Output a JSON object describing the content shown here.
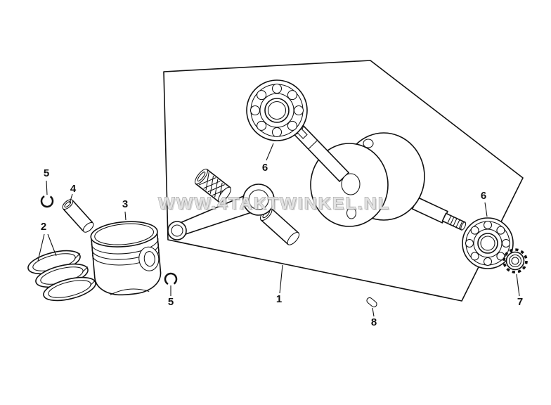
{
  "diagram": {
    "watermark_text": "WWW.4TAKTWINKEL.NL",
    "callouts": [
      {
        "ref": "piston-pin-clip-top",
        "label": "5"
      },
      {
        "ref": "piston-pin",
        "label": "4"
      },
      {
        "ref": "piston-ring-set",
        "label": "2"
      },
      {
        "ref": "piston",
        "label": "3"
      },
      {
        "ref": "ball-bearing-left",
        "label": "6"
      },
      {
        "ref": "piston-pin-clip-bottom",
        "label": "5"
      },
      {
        "ref": "crankshaft-assembly",
        "label": "1"
      },
      {
        "ref": "woodruff-key",
        "label": "8"
      },
      {
        "ref": "ball-bearing-right",
        "label": "6"
      },
      {
        "ref": "timing-gear",
        "label": "7"
      }
    ],
    "colors": {
      "line": "#111111",
      "background": "#ffffff",
      "watermark_fill": "#e2e2e2",
      "watermark_outline": "#8f8f8f"
    }
  }
}
